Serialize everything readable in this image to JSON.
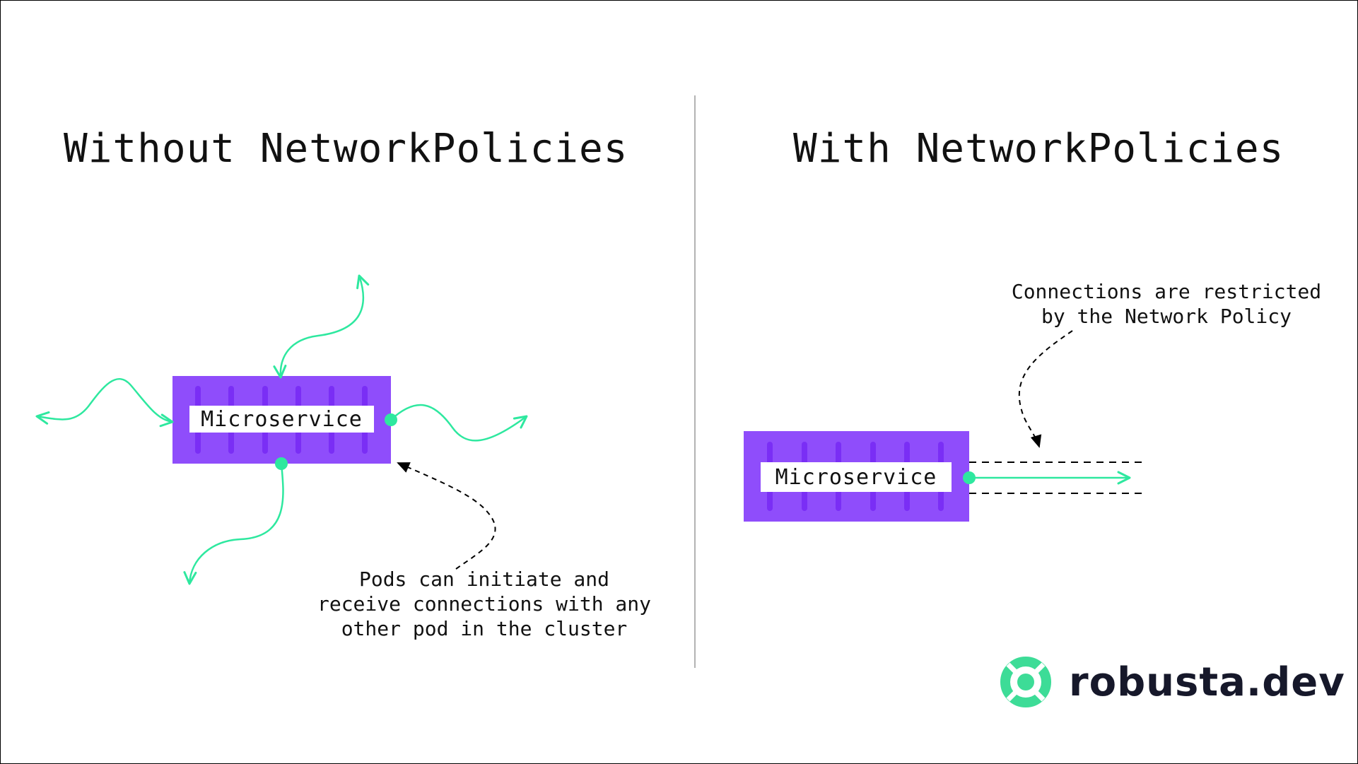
{
  "left_panel": {
    "title": "Without NetworkPolicies",
    "box_label": "Microservice",
    "note": "Pods can initiate and\nreceive connections with any\nother pod in the cluster"
  },
  "right_panel": {
    "title": "With NetworkPolicies",
    "box_label": "Microservice",
    "note": "Connections are restricted\nby the Network Policy"
  },
  "logo": {
    "icon": "lifebuoy-icon",
    "text": "robusta.dev"
  },
  "colors": {
    "container_purple": "#8f4dfb",
    "container_slot": "#7a2ef5",
    "connection_green": "#2ee89f",
    "logo_green": "#3ddc97",
    "text_dark": "#111111"
  }
}
